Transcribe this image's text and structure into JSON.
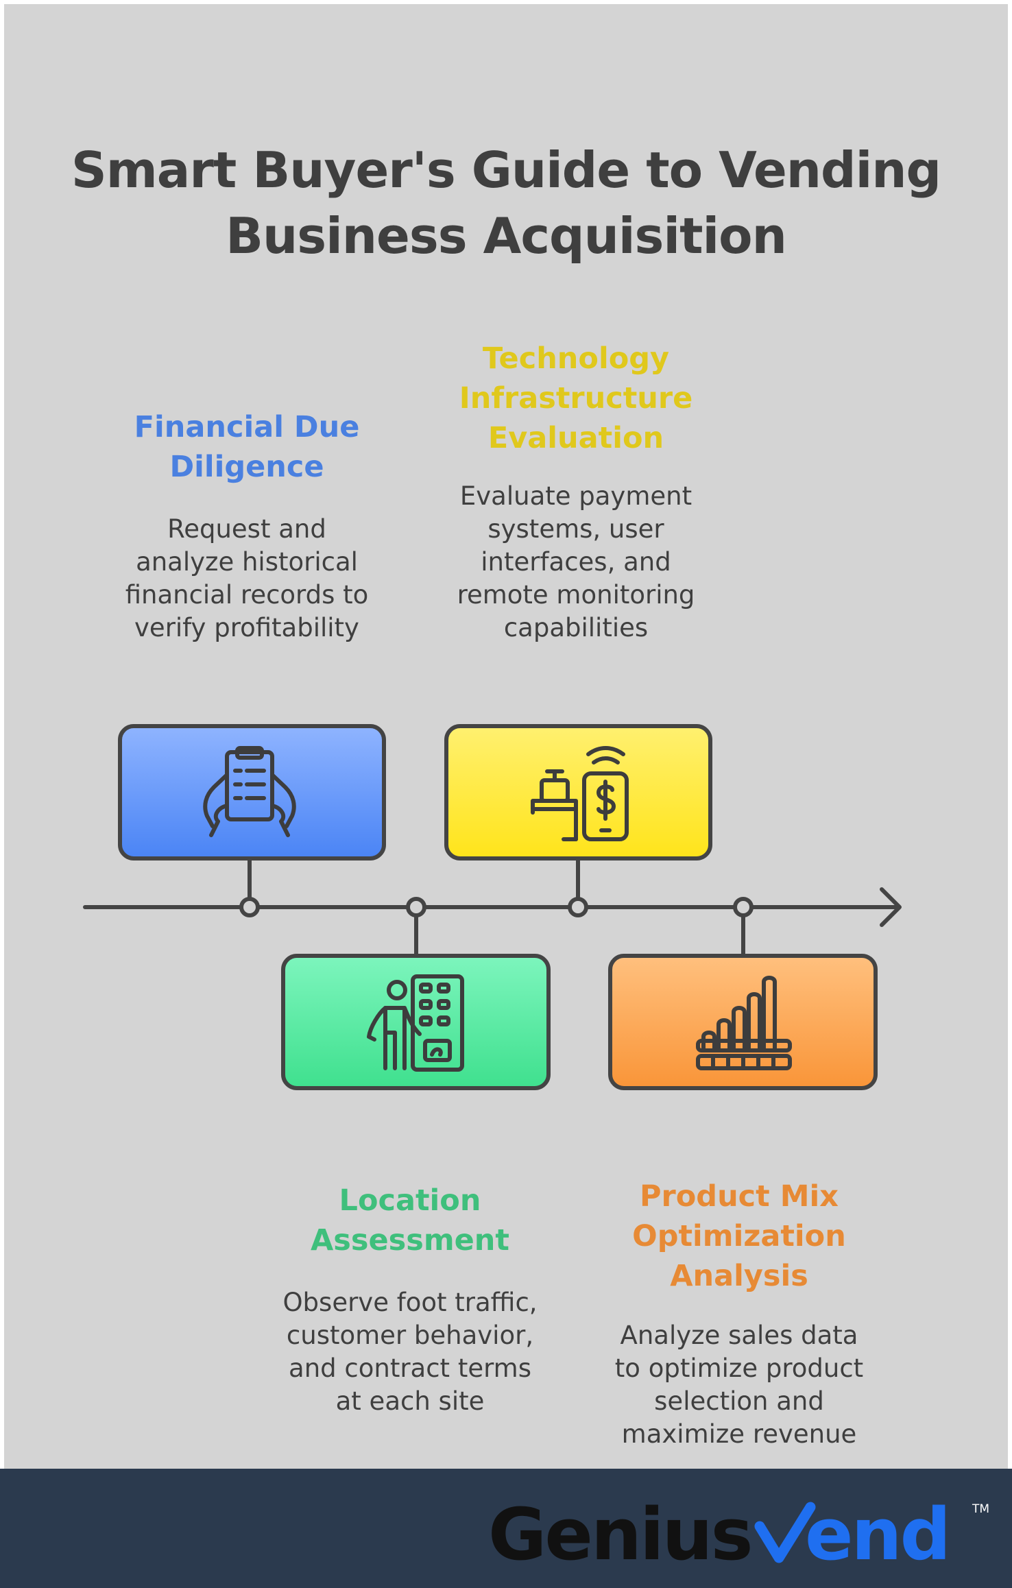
{
  "title": {
    "line1": "Smart Buyer's Guide to Vending",
    "line2": "Business Acquisition"
  },
  "steps": [
    {
      "title_lines": [
        "Financial Due",
        "Diligence"
      ],
      "desc_lines": [
        "Request and",
        "analyze historical",
        "financial records to",
        "verify profitability"
      ],
      "color": "#4a80e0",
      "box_top": "#8fb4ff",
      "box_bottom": "#4a84f5",
      "icon": "clipboard-in-hands-icon"
    },
    {
      "title_lines": [
        "Location",
        "Assessment"
      ],
      "desc_lines": [
        "Observe foot traffic,",
        "customer behavior,",
        "and contract terms",
        "at each site"
      ],
      "color": "#3fbf7c",
      "box_top": "#7df5bd",
      "box_bottom": "#3fe08e",
      "icon": "person-at-vending-machine-icon"
    },
    {
      "title_lines": [
        "Technology",
        "Infrastructure",
        "Evaluation"
      ],
      "desc_lines": [
        "Evaluate payment",
        "systems, user",
        "interfaces, and",
        "remote monitoring",
        "capabilities"
      ],
      "color": "#e0c81c",
      "box_top": "#fff070",
      "box_bottom": "#ffe41a",
      "icon": "payment-terminal-phone-icon"
    },
    {
      "title_lines": [
        "Product Mix",
        "Optimization",
        "Analysis"
      ],
      "desc_lines": [
        "Analyze sales data",
        "to optimize product",
        "selection and",
        "maximize revenue"
      ],
      "color": "#e78a35",
      "box_top": "#ffc07e",
      "box_bottom": "#f99538",
      "icon": "bar-chart-growth-icon"
    }
  ],
  "brand": {
    "name_part1": "Genius",
    "name_part2": "end",
    "trademark": "TM",
    "accent_color": "#1f6ff0"
  }
}
